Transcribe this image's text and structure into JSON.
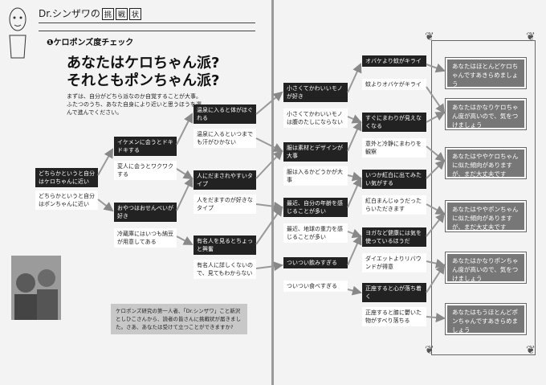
{
  "header": {
    "brand": "Dr.シンザワの",
    "chip1": "挑",
    "chip2": "戦",
    "suffix": "状"
  },
  "section": "❶ケロポンズ度チェック",
  "title": [
    "あなたはケロちゃん派?",
    "それともポンちゃん派?"
  ],
  "intro": "まずは、自分がどちら派なのか自覚することが大事。ふたつのうち、あなた自身により近いと思うほうを選んで進んでください。",
  "quote": "ケロポンズ研究の第一人者、「Dr.シンザワ」こと新沢としひこさんから、読者の皆さんに挑戦状が届きました。さあ、あなたは受けて立つことができますか?",
  "left_nodes": [
    {
      "q": "どちらかというと自分はケロちゃんに近い",
      "a": "どちらかというと自分はポンちゃんに近い"
    },
    {
      "q": "イケメンに会うとドキドキする",
      "a": "変人に会うとワクワクする"
    },
    {
      "q": "おやつはおせんべいが好き",
      "a": "冷蔵庫にはいつも納豆が用意してある"
    },
    {
      "q": "温泉に入ると体がほぐれる",
      "a": "温泉に入るといつまでも汗がひかない"
    },
    {
      "q": "人にだまされやすいタイプ",
      "a": "人をだますのが好きなタイプ"
    },
    {
      "q": "有名人を見るとちょっと興奮",
      "a": "有名人に詳しくないので、見てもわからない"
    }
  ],
  "mid_nodes": [
    {
      "q": "小さくてかわいいモノが好き",
      "a": "小さくてかわいいモノは腹のたしにならない"
    },
    {
      "q": "服は素材とデザインが大事",
      "a": "服は入るかどうかが大事"
    },
    {
      "q": "最近、自分の年齢を感じることが多い",
      "a": "最近、地球の重力を感じることが多い"
    },
    {
      "q": "ついつい飲みすぎる",
      "a": "ついつい食べすぎる"
    }
  ],
  "right_nodes": [
    {
      "q": "オバケより蚊がキライ",
      "a": "蚊よりオバケがキライ"
    },
    {
      "q": "すぐにまわりが見えなくなる",
      "a": "意外と冷静にまわりを観察"
    },
    {
      "q": "いつか紅白に出てみたい気がする",
      "a": "紅白まんじゅうだったらいただきます"
    },
    {
      "q": "ヨガなど健康には気を使っているほうだ",
      "a": "ダイエットよりリバウンドが得意"
    },
    {
      "q": "正座すると心が落ち着く",
      "a": "正座すると膝に鬱いた物がすべり落ちる"
    }
  ],
  "results": [
    "あなたはほとんどケロちゃんですあきらめましょう",
    "あなたはかなりケロちゃん度が高いので、気をつけましょう",
    "あなたはややケロちゃんに似た傾向がありますが、まだ大丈夫です",
    "あなたはややポンちゃんに似た傾向がありますが、まだ大丈夫です",
    "あなたはかなりポンちゃん度が高いので、気をつけましょう",
    "あなたはもうほとんどポンちゃんですあきらめましょう"
  ]
}
